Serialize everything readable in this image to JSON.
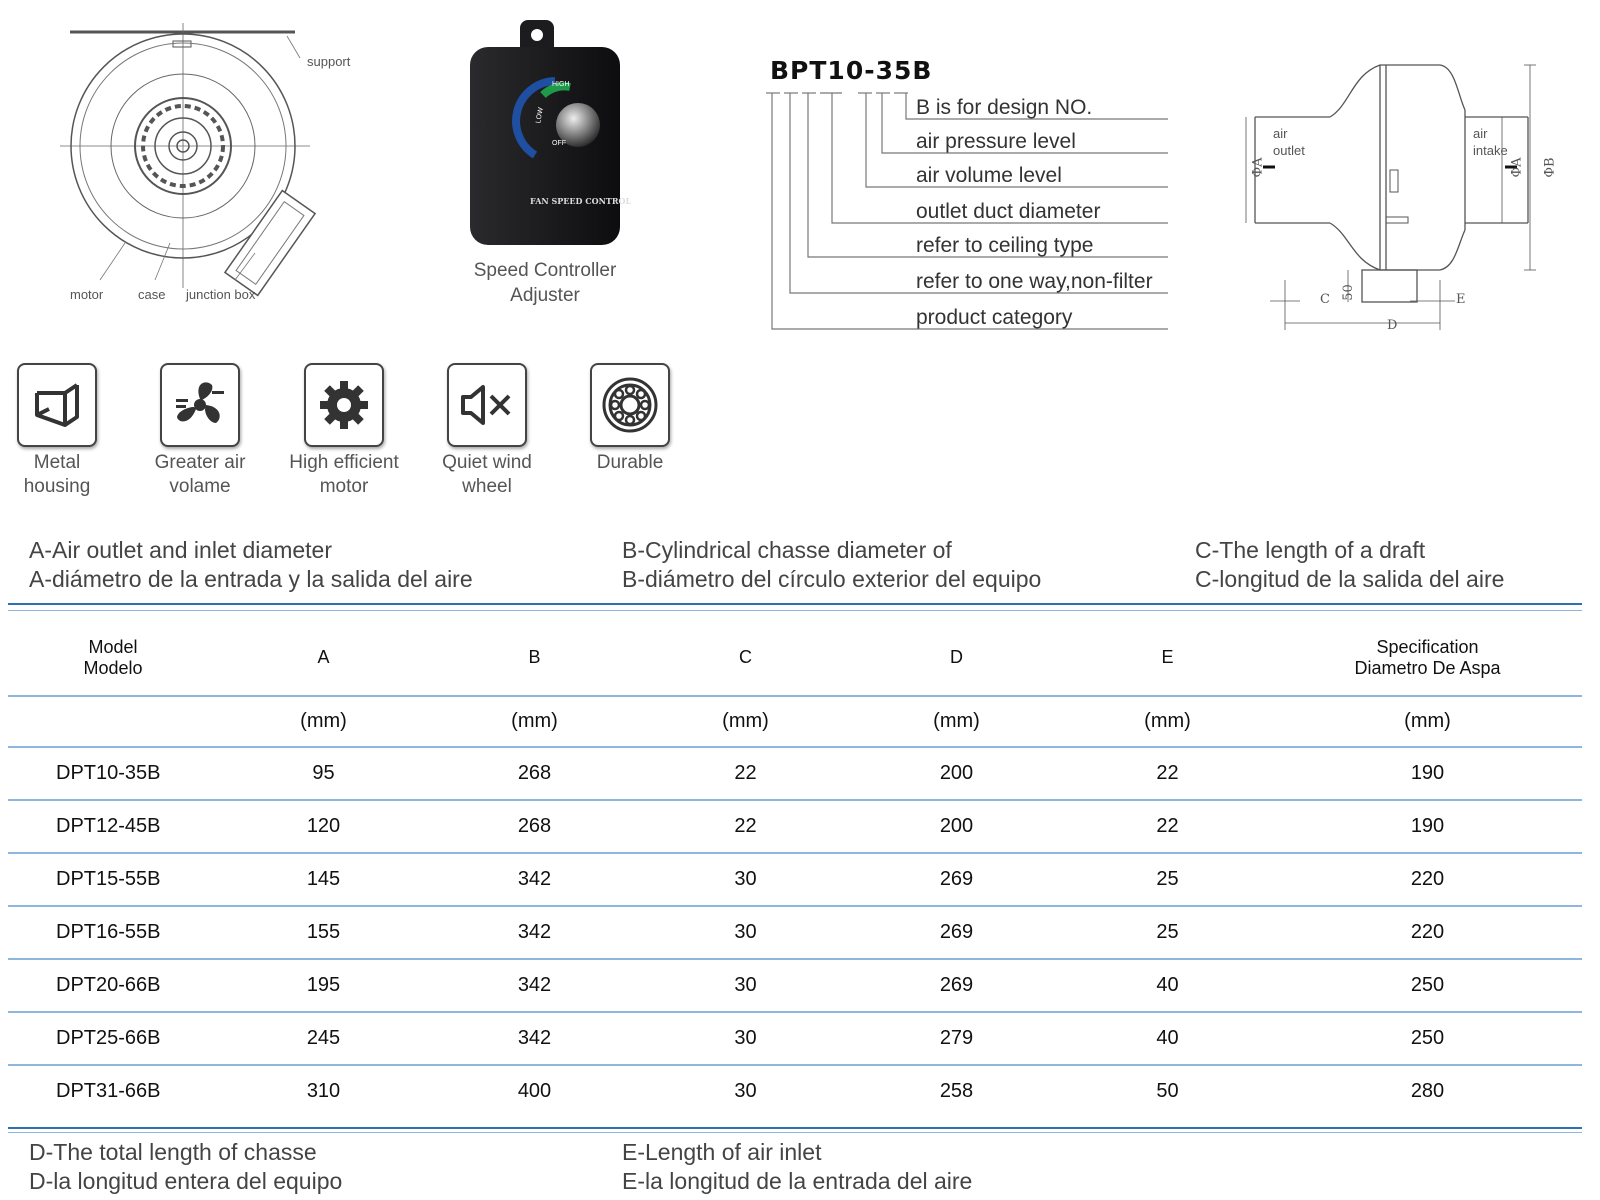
{
  "fan_drawing": {
    "labels": {
      "support": "support",
      "motor": "motor",
      "case": "case",
      "junction_box": "junction box"
    }
  },
  "controller": {
    "knob_marks": {
      "high": "HIGH",
      "low": "LOW",
      "off": "OFF"
    },
    "device_text": "FAN SPEED CONTROL",
    "caption_line1": "Speed Controller",
    "caption_line2": "Adjuster"
  },
  "model_code": {
    "title": "BPT10-35B",
    "parts": [
      "B is for design NO.",
      "air pressure level",
      "air volume level",
      "outlet duct diameter",
      "refer to ceiling type",
      "refer to one way,non-filter",
      "product category"
    ]
  },
  "dimension_drawing": {
    "labels": {
      "air_outlet_1": "air",
      "air_outlet_2": "outlet",
      "air_intake_1": "air",
      "air_intake_2": "intake",
      "phi_a_left": "ΦA",
      "phi_a_right": "ΦA",
      "phi_b": "ΦB",
      "c": "C",
      "fifty": "50",
      "e": "E",
      "d": "D"
    }
  },
  "features": [
    {
      "icon": "metal-housing-icon",
      "line1": "Metal",
      "line2": "housing"
    },
    {
      "icon": "fan-blade-icon",
      "line1": "Greater air",
      "line2": "volame"
    },
    {
      "icon": "gear-icon",
      "line1": "High efficient",
      "line2": "motor"
    },
    {
      "icon": "speaker-mute-icon",
      "line1": "Quiet wind",
      "line2": "wheel"
    },
    {
      "icon": "bearing-icon",
      "line1": "Durable",
      "line2": ""
    }
  ],
  "legend_top": {
    "a_en": "A-Air outlet and inlet diameter",
    "a_es": "A-diámetro de la entrada y la salida del aire",
    "b_en": "B-Cylindrical chasse diameter of",
    "b_es": "B-diámetro del círculo exterior del equipo",
    "c_en": "C-The length of a draft",
    "c_es": "C-longitud de la salida del aire"
  },
  "legend_bottom": {
    "d_en": "D-The total length of chasse",
    "d_es": "D-la longitud entera del equipo",
    "e_en": "E-Length of air inlet",
    "e_es": "E-la longitud de la entrada del aire"
  },
  "table": {
    "header": {
      "model_en": "Model",
      "model_es": "Modelo",
      "a": "A",
      "b": "B",
      "c": "C",
      "d": "D",
      "e": "E",
      "spec_en": "Specification",
      "spec_es": "Diametro De Aspa"
    },
    "unit": "(mm)",
    "rows": [
      [
        "DPT10-35B",
        "95",
        "268",
        "22",
        "200",
        "22",
        "190"
      ],
      [
        "DPT12-45B",
        "120",
        "268",
        "22",
        "200",
        "22",
        "190"
      ],
      [
        "DPT15-55B",
        "145",
        "342",
        "30",
        "269",
        "25",
        "220"
      ],
      [
        "DPT16-55B",
        "155",
        "342",
        "30",
        "269",
        "25",
        "220"
      ],
      [
        "DPT20-66B",
        "195",
        "342",
        "30",
        "269",
        "40",
        "250"
      ],
      [
        "DPT25-66B",
        "245",
        "342",
        "30",
        "279",
        "40",
        "250"
      ],
      [
        "DPT31-66B",
        "310",
        "400",
        "30",
        "258",
        "50",
        "280"
      ]
    ]
  },
  "colors": {
    "accent_blue": "#2f6fb3",
    "row_line": "#8fb6de",
    "knob_green": "#1f9a4a",
    "device_body": "#1c1c1e"
  }
}
